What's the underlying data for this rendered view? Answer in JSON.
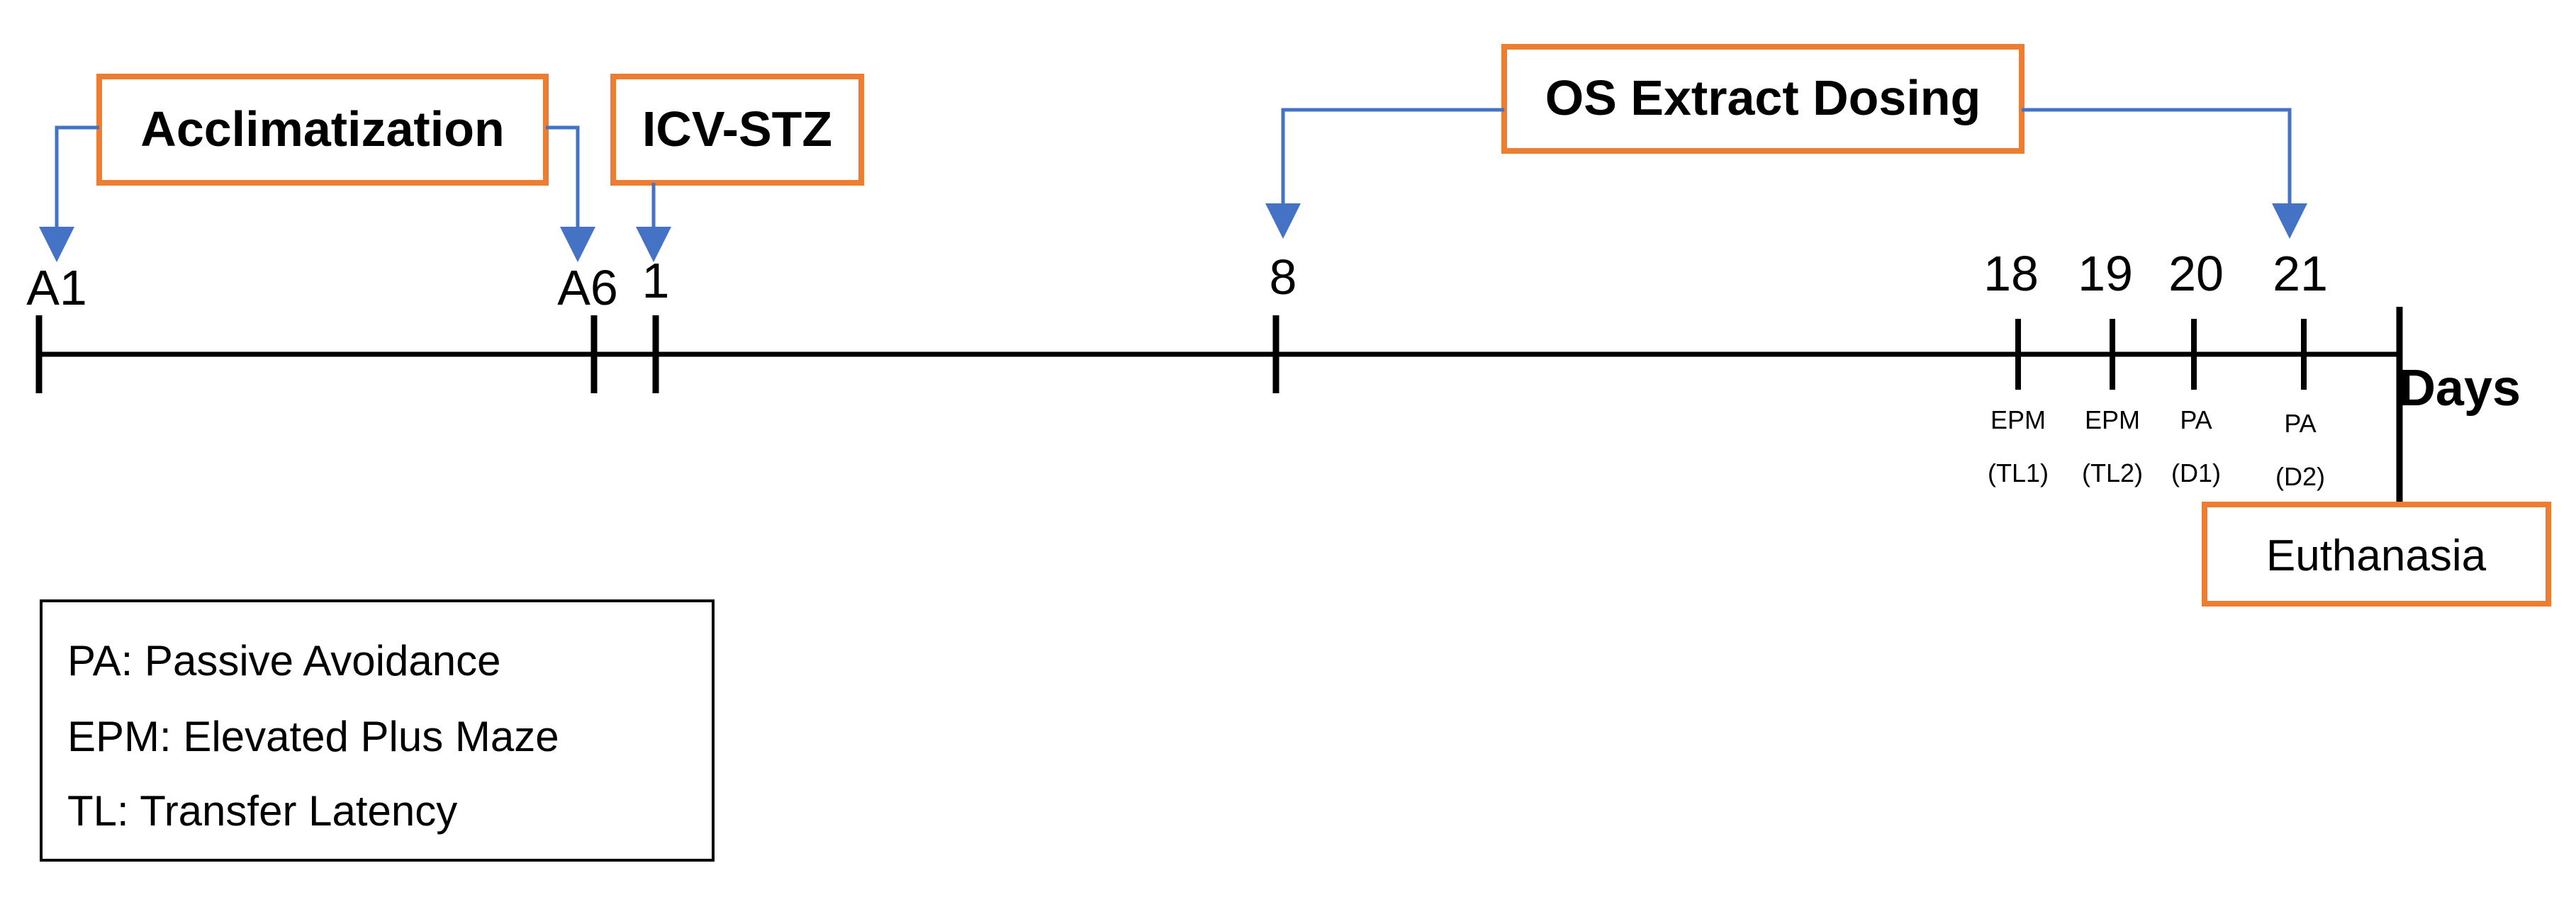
{
  "colors": {
    "box_border": "#ED7D31",
    "arrow": "#4472C4",
    "axis": "#000000"
  },
  "phases": [
    {
      "label": "Acclimatization"
    },
    {
      "label": "ICV-STZ"
    },
    {
      "label": "OS Extract Dosing"
    }
  ],
  "ticks": [
    {
      "label": "A1"
    },
    {
      "label": "A6"
    },
    {
      "label": "1"
    },
    {
      "label": "8"
    },
    {
      "label": "18",
      "test": [
        "EPM",
        "(TL1)"
      ]
    },
    {
      "label": "19",
      "test": [
        "EPM",
        "(TL2)"
      ]
    },
    {
      "label": "20",
      "test": [
        "PA",
        "(D1)"
      ]
    },
    {
      "label": "21",
      "test": [
        "PA",
        "(D2)"
      ]
    }
  ],
  "axis_unit": "Days",
  "end_event": "Euthanasia",
  "legend": [
    "PA: Passive Avoidance",
    "EPM: Elevated Plus Maze",
    "TL: Transfer Latency"
  ]
}
